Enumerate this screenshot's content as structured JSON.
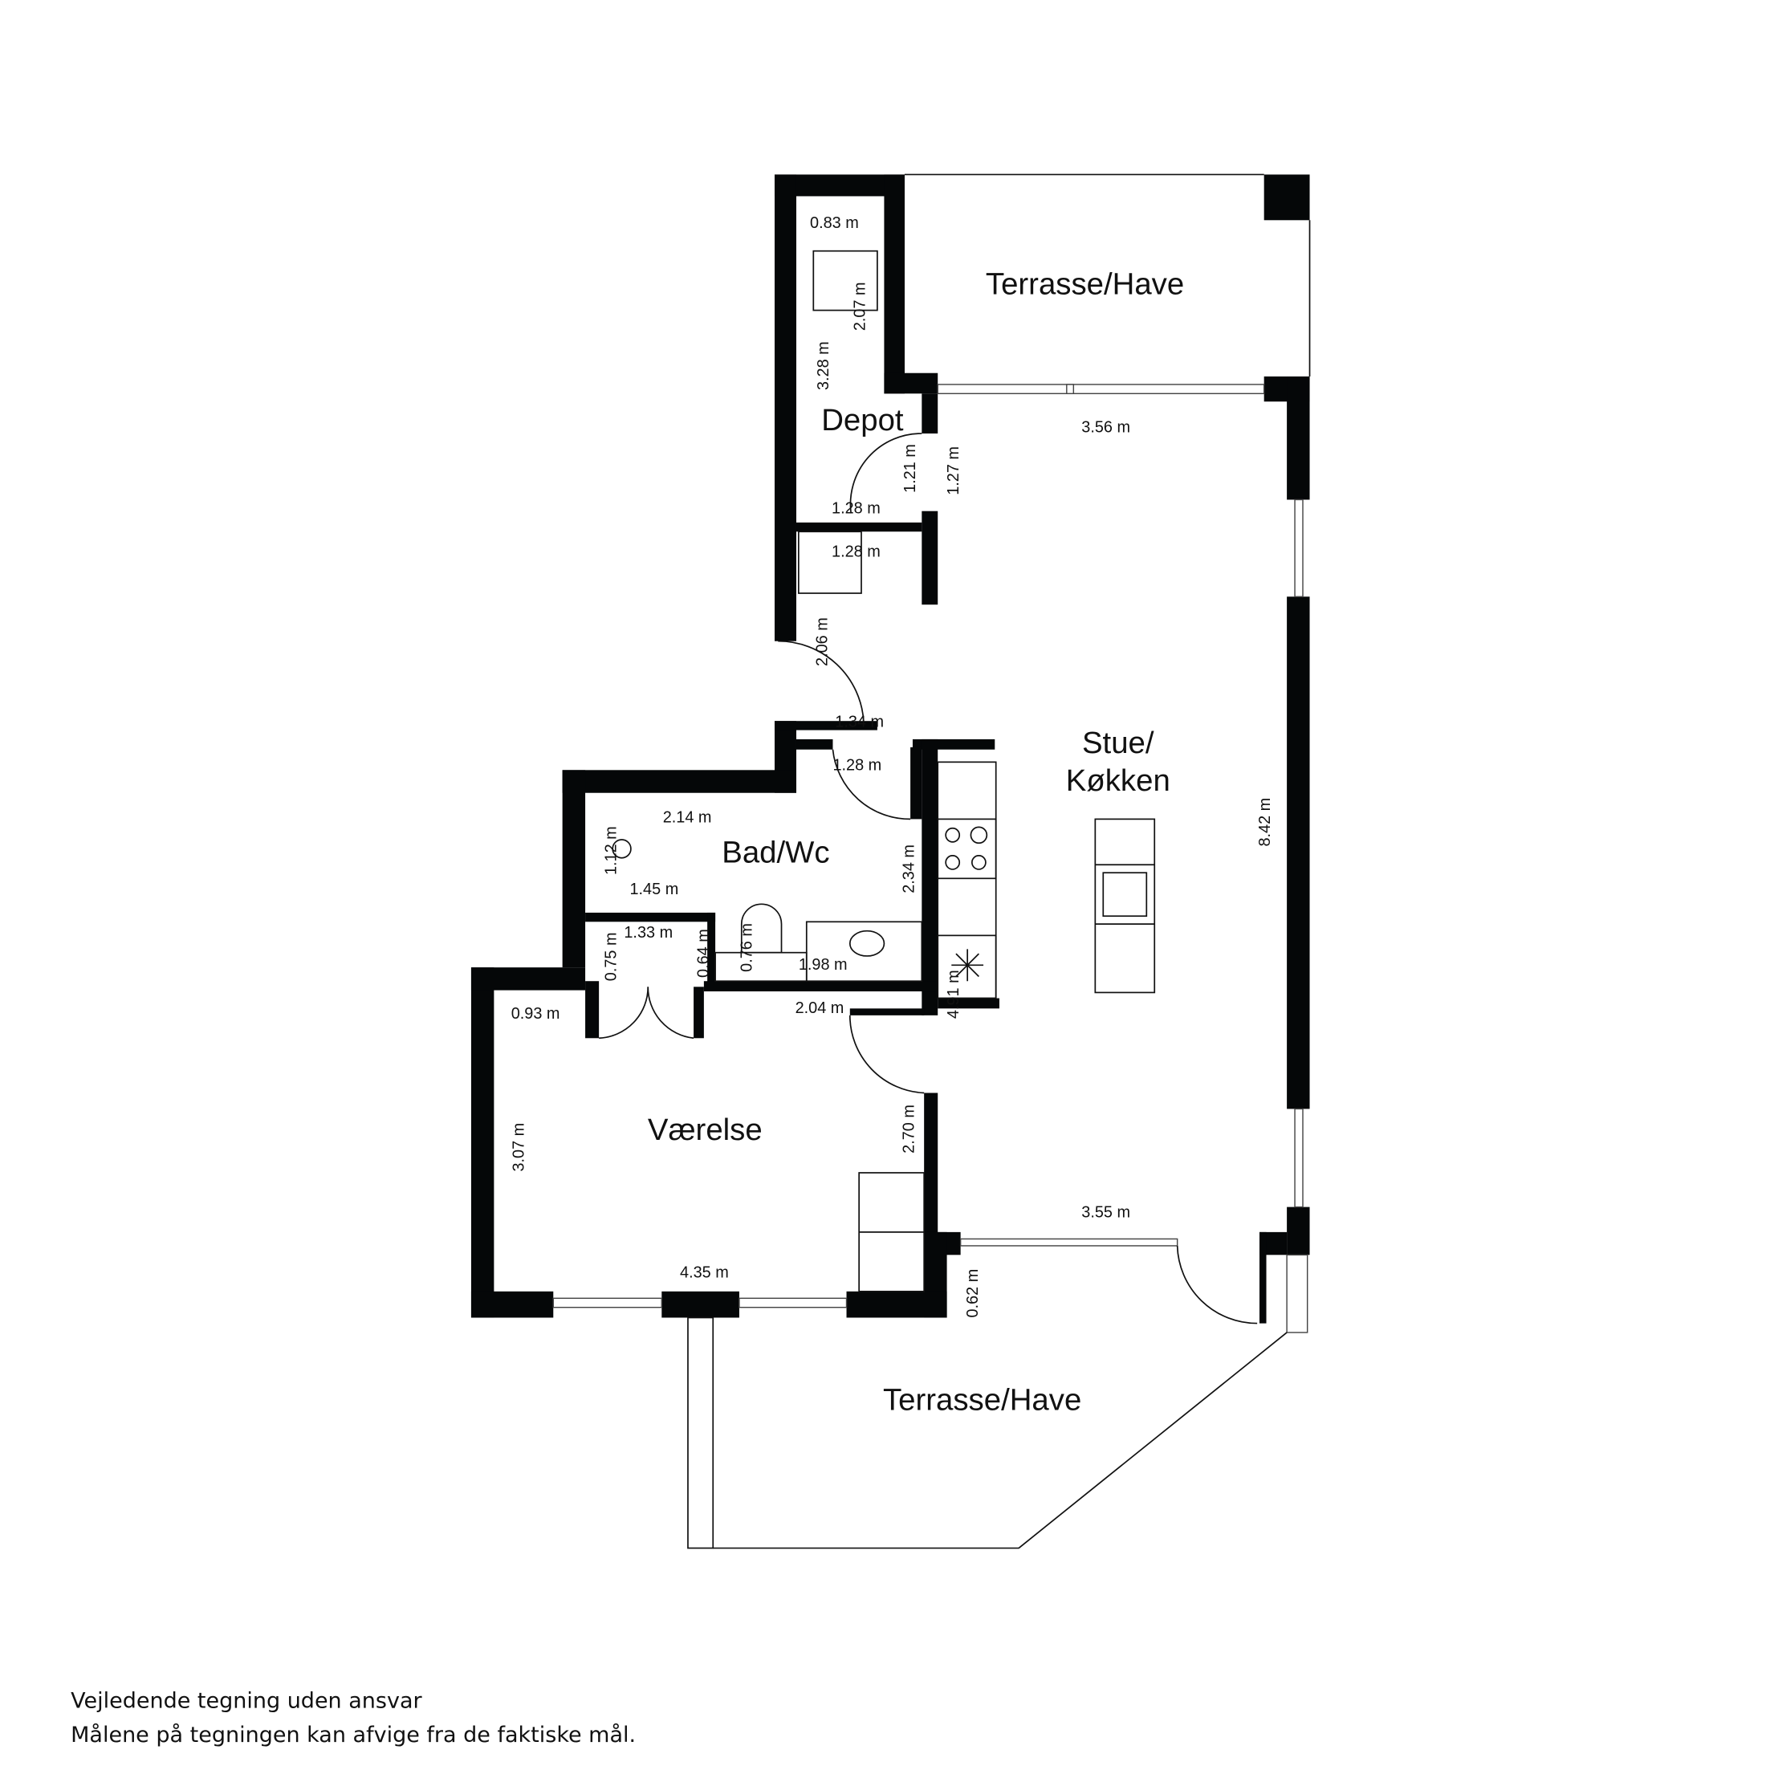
{
  "rooms": {
    "terrace_top": "Terrasse/Have",
    "depot": "Depot",
    "living_line1": "Stue/",
    "living_line2": "Køkken",
    "bathroom": "Bad/Wc",
    "bedroom": "Værelse",
    "terrace_bottom": "Terrasse/Have"
  },
  "dimensions": {
    "depot_width": "0.83 m",
    "depot_cabinet": "2.07 m",
    "depot_length": "3.28 m",
    "depot_door": "1.21 m",
    "hall_door": "1.27 m",
    "depot_bottom": "1.28 m",
    "closet": "1.28 m",
    "living_top": "3.56 m",
    "hall_length": "2.06 m",
    "hall_top": "1.34 m",
    "bath_door": "1.28 m",
    "bath_width": "2.14 m",
    "bath_shower": "1.12 m",
    "bath_lower": "1.45 m",
    "bath_height": "2.34 m",
    "living_length": "8.42 m",
    "closet_width": "1.33 m",
    "closet_left": "0.75 m",
    "closet_right": "0.64 m",
    "toilet": "0.76 m",
    "vanity": "1.98 m",
    "kitchen": "4.91 m",
    "bedroom_door": "2.04 m",
    "bedroom_top": "0.93 m",
    "bedroom_height": "3.07 m",
    "bedroom_right": "2.70 m",
    "living_bottom": "3.55 m",
    "bedroom_width": "4.35 m",
    "terrace_door": "0.62 m"
  },
  "disclaimer": {
    "line1": "Vejledende tegning uden ansvar",
    "line2": "Målene på tegningen kan afvige fra de faktiske mål."
  }
}
